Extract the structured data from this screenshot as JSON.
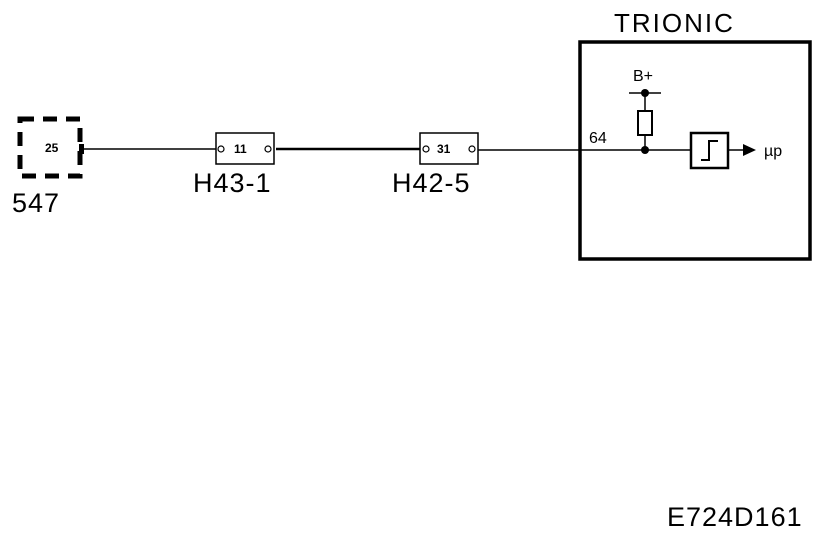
{
  "module": {
    "title": "TRIONIC",
    "supply_label": "B+",
    "pin_label": "64",
    "output_label": "µp"
  },
  "component": {
    "label": "547",
    "pin": "25"
  },
  "connectors": [
    {
      "label": "H43-1",
      "pin": "11"
    },
    {
      "label": "H42-5",
      "pin": "31"
    }
  ],
  "figure_id": "E724D161",
  "colors": {
    "ink": "#000000",
    "background": "#ffffff"
  }
}
